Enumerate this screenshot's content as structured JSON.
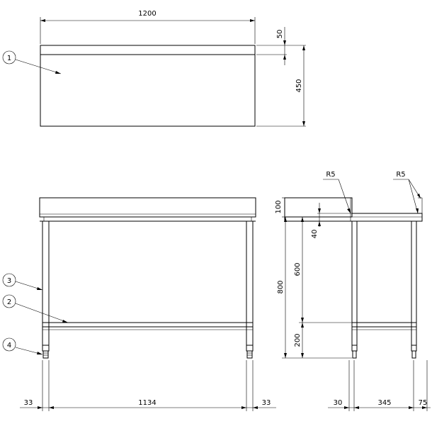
{
  "top_view": {
    "dim_width": "1200",
    "dim_backsplash_top": "50",
    "dim_depth": "450",
    "balloon_1": "1"
  },
  "front_view": {
    "balloon_3": "3",
    "balloon_2": "2",
    "balloon_4": "4",
    "dim_left": "33",
    "dim_mid": "1134",
    "dim_right": "33"
  },
  "side_view": {
    "radius_left": "R5",
    "radius_right": "R5",
    "dim_100": "100",
    "dim_40": "40",
    "dim_600": "600",
    "dim_800": "800",
    "dim_200": "200",
    "dim_30": "30",
    "dim_345": "345",
    "dim_75": "75"
  }
}
